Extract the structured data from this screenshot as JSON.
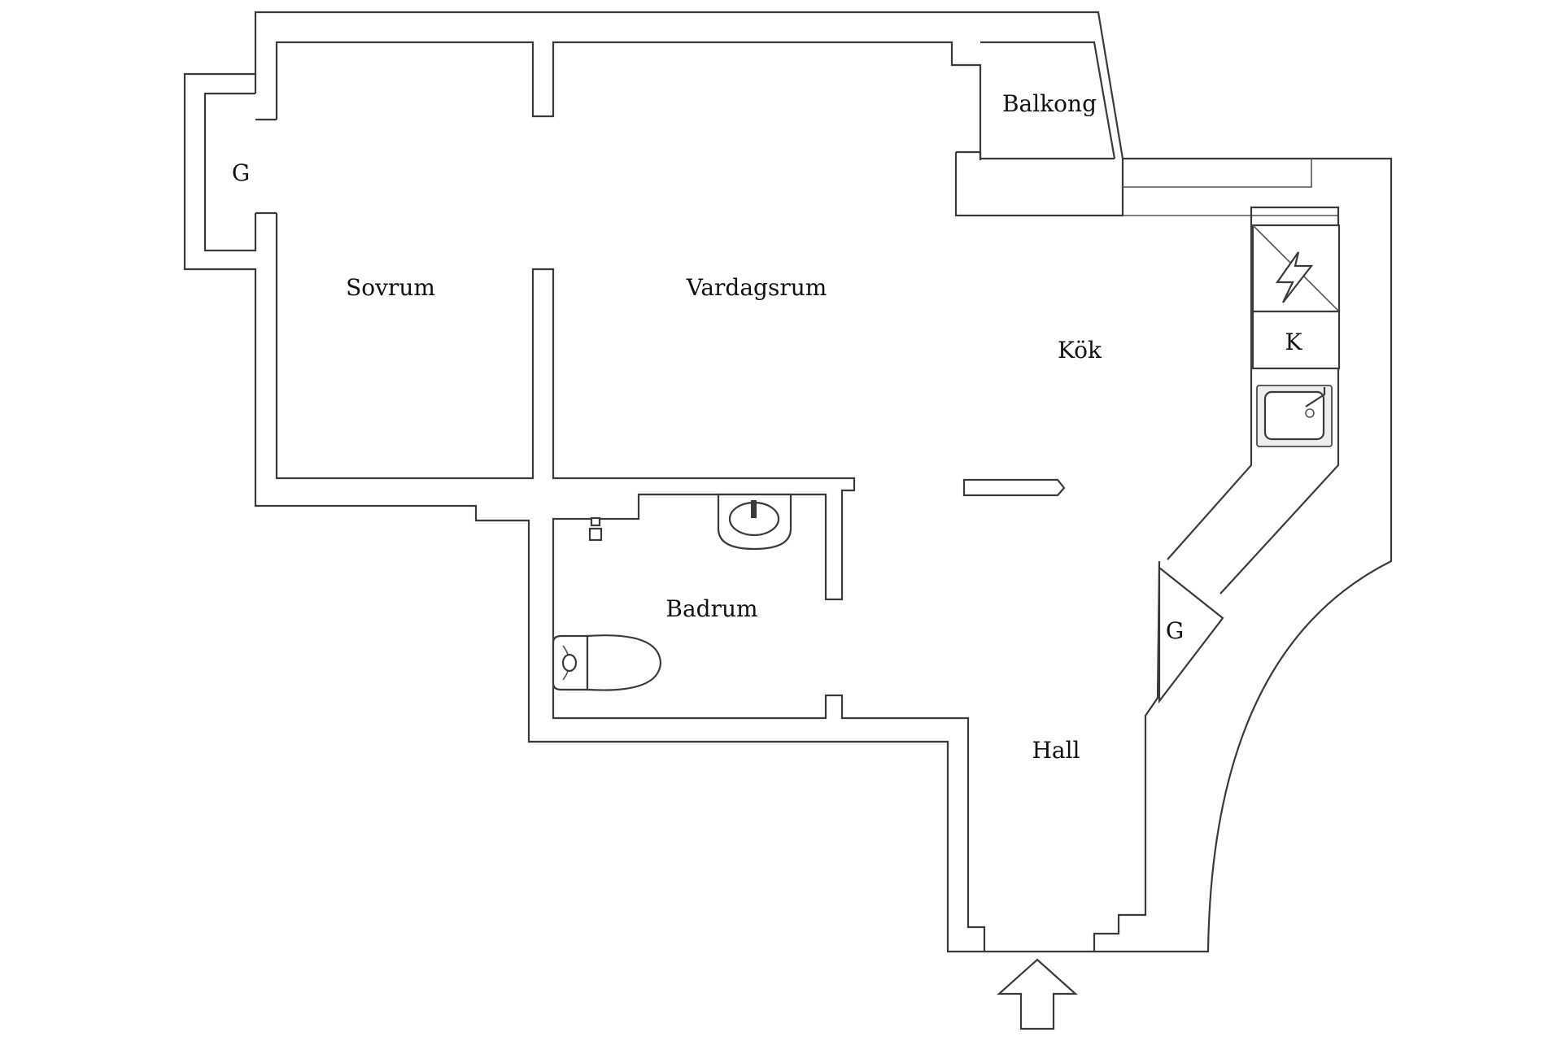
{
  "rooms": {
    "balcony": "Balkong",
    "wardrobe_left": "G",
    "bedroom": "Sovrum",
    "living_room": "Vardagsrum",
    "kitchen": "Kök",
    "fridge": "K",
    "bathroom": "Badrum",
    "wardrobe_right": "G",
    "hall": "Hall"
  },
  "symbols": {
    "stove": "stove-icon",
    "sink": "kitchen-sink-icon",
    "washbasin": "washbasin-icon",
    "toilet": "toilet-icon",
    "shower": "shower-icon",
    "entrance": "entrance-arrow-icon"
  }
}
